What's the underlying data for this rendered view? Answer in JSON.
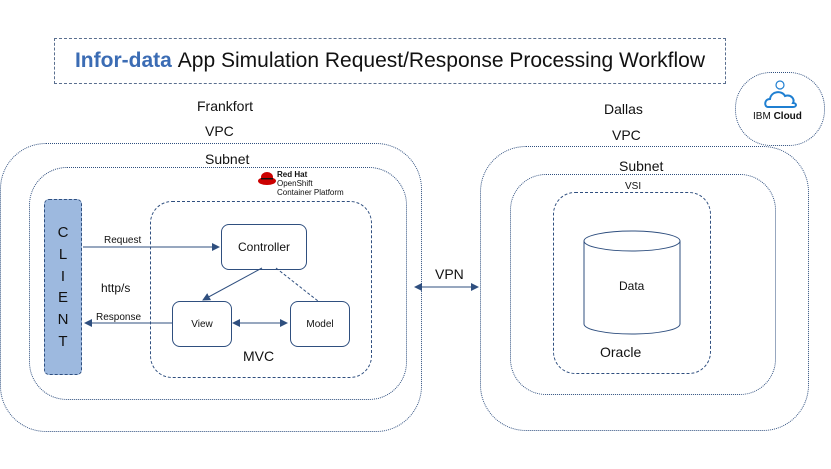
{
  "title": {
    "accent": "Infor-data",
    "rest": "App Simulation Request/Response Processing Workflow"
  },
  "left": {
    "region": "Frankfort",
    "vpc": "VPC",
    "subnet": "Subnet"
  },
  "openshift": {
    "line1": "Red Hat",
    "line2": "OpenShift",
    "line3": "Container Platform"
  },
  "client": {
    "letters": [
      "C",
      "L",
      "I",
      "E",
      "N",
      "T"
    ]
  },
  "flow": {
    "request": "Request",
    "protocol": "http/s",
    "response": "Response"
  },
  "mvc": {
    "controller": "Controller",
    "view": "View",
    "model": "Model",
    "label": "MVC"
  },
  "link": {
    "vpn": "VPN"
  },
  "right": {
    "region": "Dallas",
    "vpc": "VPC",
    "subnet": "Subnet",
    "vsi": "VSI",
    "db": "Data",
    "db_label": "Oracle"
  },
  "ibm": {
    "brand": "IBM",
    "product": "Cloud"
  },
  "colors": {
    "accent": "#3b6cb4",
    "client_fill": "#9db9df",
    "line": "#2f4f7f",
    "redhat": "#cc0000",
    "ibm_cloud": "#1f7fd1"
  }
}
